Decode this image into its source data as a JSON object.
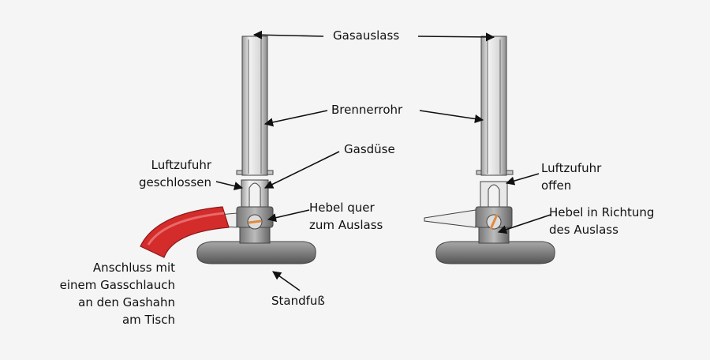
{
  "labels": {
    "gas_outlet": "Gasauslass",
    "burner_tube": "Brennerrohr",
    "gas_nozzle": "Gasdüse",
    "air_closed": [
      "Luftzufuhr",
      "geschlossen"
    ],
    "air_open": [
      "Luftzufuhr",
      "offen"
    ],
    "lever_across": [
      "Hebel quer",
      "zum Auslass"
    ],
    "lever_towards": [
      "Hebel in Richtung",
      "des Auslass"
    ],
    "connection": [
      "Anschluss mit",
      "einem Gasschlauch",
      "an den Gashahn",
      "am Tisch"
    ],
    "stand": "Standfuß"
  },
  "colors": {
    "hose": "#d42b2b",
    "metal_light": "#e0e0e0",
    "metal_dark": "#6b6b6b",
    "base": "#8c8c8c",
    "lever": "#e08a3c"
  }
}
